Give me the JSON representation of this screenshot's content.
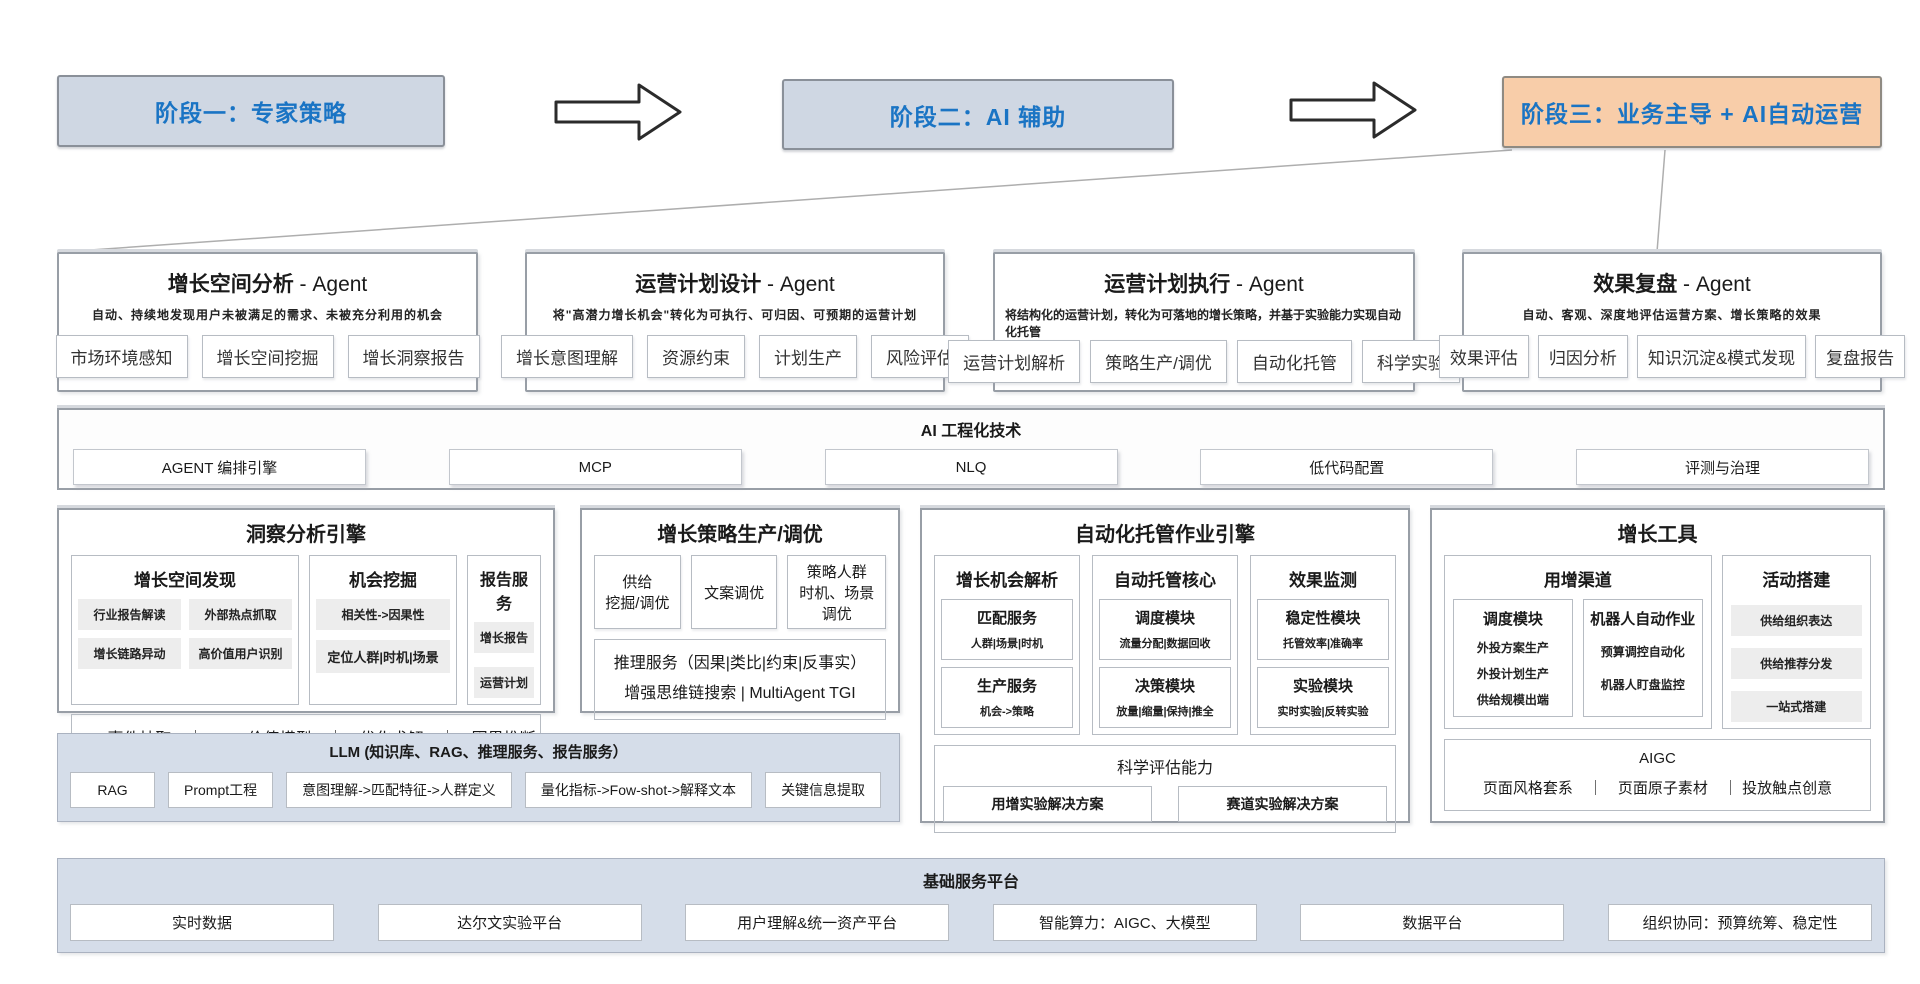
{
  "colors": {
    "stage_bg": "#cfd7e3",
    "stage3_bg": "#f8cda9",
    "stage_text": "#1a74c4",
    "band_bg": "#d5dde9"
  },
  "stages": [
    {
      "label": "阶段一：专家策略"
    },
    {
      "label": "阶段二：AI 辅助"
    },
    {
      "label": "阶段三：业务主导 + AI自动运营"
    }
  ],
  "agents": [
    {
      "title": "增长空间分析",
      "suffix": " - Agent",
      "subtitle": "自动、持续地发现用户未被满足的需求、未被充分利用的机会",
      "chips": [
        "市场环境感知",
        "增长空间挖掘",
        "增长洞察报告"
      ]
    },
    {
      "title": "运营计划设计",
      "suffix": " - Agent",
      "subtitle": "将\"高潜力增长机会\"转化为可执行、可归因、可预期的运营计划",
      "chips": [
        "增长意图理解",
        "资源约束",
        "计划生产",
        "风险评估"
      ]
    },
    {
      "title": "运营计划执行",
      "suffix": " - Agent",
      "subtitle": "将结构化的运营计划，转化为可落地的增长策略，并基于实验能力实现自动化托管",
      "chips": [
        "运营计划解析",
        "策略生产/调优",
        "自动化托管",
        "科学实验"
      ]
    },
    {
      "title": "效果复盘",
      "suffix": " - Agent",
      "subtitle": "自动、客观、深度地评估运营方案、增长策略的效果",
      "chips": [
        "效果评估",
        "归因分析",
        "知识沉淀&模式发现",
        "复盘报告"
      ]
    }
  ],
  "ai_engineering": {
    "title": "AI 工程化技术",
    "items": [
      "AGENT 编排引擎",
      "MCP",
      "NLQ",
      "低代码配置",
      "评测与治理"
    ]
  },
  "insight_engine": {
    "title": "洞察分析引擎",
    "sections": [
      {
        "title": "增长空间发现",
        "chips": [
          "行业报告解读",
          "外部热点抓取",
          "增长链路异动",
          "高价值用户识别"
        ]
      },
      {
        "title": "机会挖掘",
        "chips": [
          "相关性->因果性",
          "定位人群|时机|场景"
        ]
      },
      {
        "title": "报告服务",
        "chips": [
          "增长报告",
          "运营计划"
        ]
      }
    ],
    "footer": "NLP事件抽取　｜　LTV价值模型　｜　优化求解　｜　因果推断"
  },
  "strategy_engine": {
    "title": "增长策略生产/调优",
    "chips": [
      "供给\n挖掘/调优",
      "文案调优",
      "策略人群\n时机、场景\n调优"
    ],
    "footer_line1": "推理服务（因果|类比|约束|反事实）",
    "footer_line2": "增强思维链搜索 | MultiAgent TGI"
  },
  "automation_engine": {
    "title": "自动化托管作业引擎",
    "columns": [
      {
        "title": "增长机会解析",
        "modules": [
          {
            "name": "匹配服务",
            "detail": "人群|场景|时机"
          },
          {
            "name": "生产服务",
            "detail": "机会->策略"
          }
        ]
      },
      {
        "title": "自动托管核心",
        "modules": [
          {
            "name": "调度模块",
            "detail": "流量分配|数据回收"
          },
          {
            "name": "决策模块",
            "detail": "放量|缩量|保持|推全"
          }
        ]
      },
      {
        "title": "效果监测",
        "modules": [
          {
            "name": "稳定性模块",
            "detail": "托管效率|准确率"
          },
          {
            "name": "实验模块",
            "detail": "实时实验|反转实验"
          }
        ]
      }
    ],
    "evaluation": {
      "title": "科学评估能力",
      "items": [
        "用增实验解决方案",
        "赛道实验解决方案"
      ]
    }
  },
  "growth_tools": {
    "title": "增长工具",
    "channel": {
      "title": "用增渠道",
      "groups": [
        {
          "title": "调度模块",
          "lines": [
            "外投方案生产",
            "外投计划生产",
            "供给规模出端"
          ]
        },
        {
          "title": "机器人自动作业",
          "lines": [
            "预算调控自动化",
            "机器人盯盘监控"
          ]
        }
      ]
    },
    "activity": {
      "title": "活动搭建",
      "chips": [
        "供给组织表达",
        "供给推荐分发",
        "一站式搭建"
      ]
    },
    "aigc": {
      "title": "AIGC",
      "line": "页面风格套系　｜　页面原子素材　｜ 投放触点创意"
    }
  },
  "llm_band": {
    "title": "LLM (知识库、RAG、推理服务、报告服务）",
    "items": [
      "RAG",
      "Prompt工程",
      "意图理解->匹配特征->人群定义",
      "量化指标->Fow-shot->解释文本",
      "关键信息提取"
    ]
  },
  "base_platform": {
    "title": "基础服务平台",
    "items": [
      "实时数据",
      "达尔文实验平台",
      "用户理解&统一资产平台",
      "智能算力：AIGC、大模型",
      "数据平台",
      "组织协同：预算统筹、稳定性"
    ]
  }
}
